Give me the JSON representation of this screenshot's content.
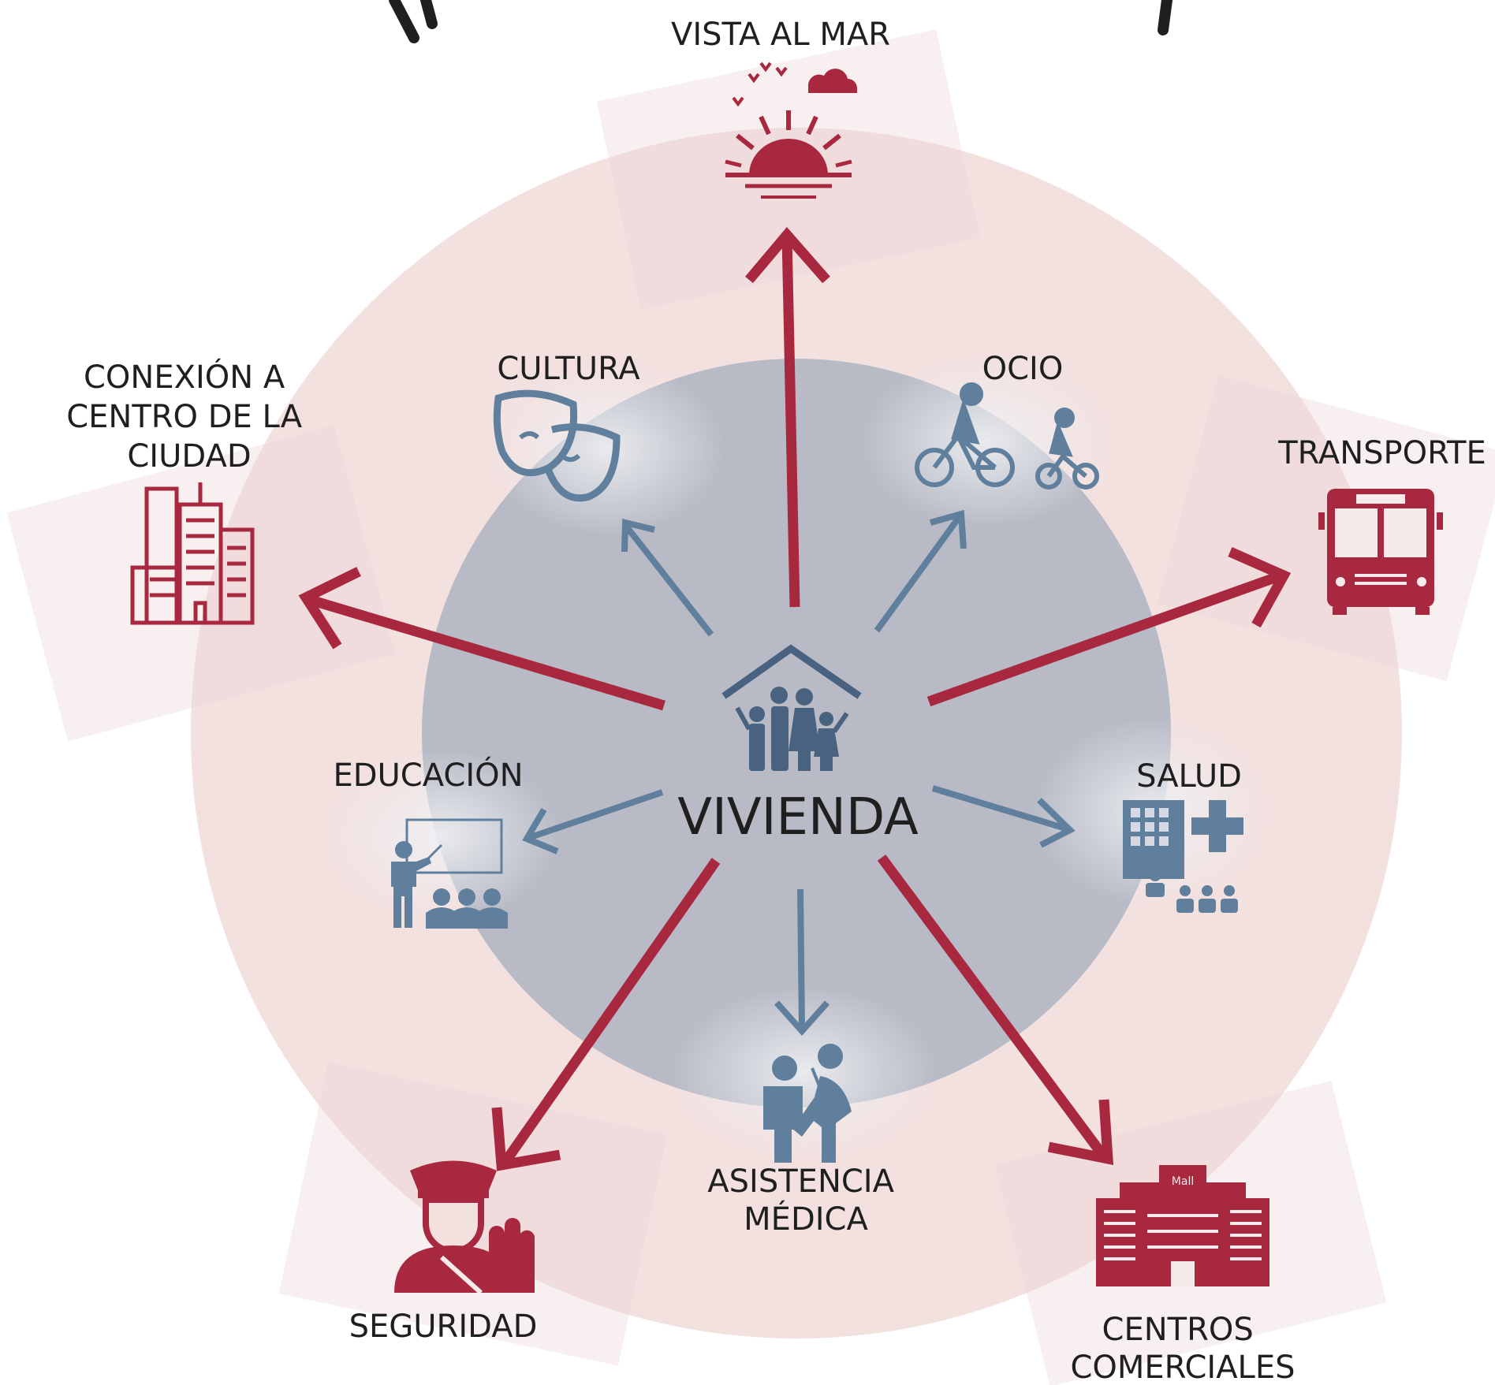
{
  "center": {
    "label": "VIVIENDA"
  },
  "colors": {
    "outer_ring": "#f3e1e0",
    "inner_circle": "#b8bac6",
    "outer_accent": "#a8283f",
    "inner_accent": "#5f7f9c",
    "text": "#1f1f1f"
  },
  "outer_nodes": [
    {
      "id": "vista",
      "label": "VISTA AL MAR",
      "icon": "sunset-icon"
    },
    {
      "id": "transporte",
      "label": "TRANSPORTE",
      "icon": "bus-icon"
    },
    {
      "id": "centros",
      "label_lines": [
        "CENTROS",
        "COMERCIALES"
      ],
      "icon": "mall-icon",
      "icon_text": "Mall"
    },
    {
      "id": "seguridad",
      "label": "SEGURIDAD",
      "icon": "police-officer-icon"
    },
    {
      "id": "conexion",
      "label_lines": [
        "CONEXIÓN A",
        "CENTRO DE LA",
        "CIUDAD"
      ],
      "icon": "city-buildings-icon"
    }
  ],
  "inner_nodes": [
    {
      "id": "cultura",
      "label": "CULTURA",
      "icon": "theater-masks-icon"
    },
    {
      "id": "ocio",
      "label": "OCIO",
      "icon": "bicycles-icon"
    },
    {
      "id": "salud",
      "label": "SALUD",
      "icon": "hospital-icon"
    },
    {
      "id": "asistencia",
      "label_lines": [
        "ASISTENCIA",
        "MÉDICA"
      ],
      "icon": "medical-care-icon"
    },
    {
      "id": "educacion",
      "label": "EDUCACIÓN",
      "icon": "classroom-icon"
    }
  ],
  "center_icon": "family-house-icon"
}
